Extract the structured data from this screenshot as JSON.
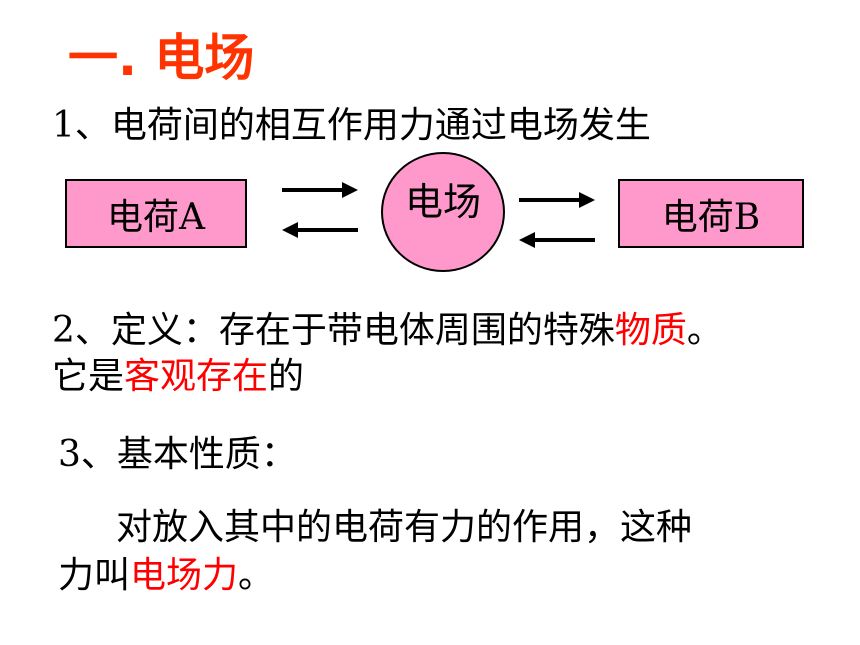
{
  "colors": {
    "title": "#ff3300",
    "highlight": "#ff0000",
    "node_fill": "#ff99cc",
    "border": "#000000"
  },
  "title": "一. 电场",
  "point1": "1、电荷间的相互作用力通过电场发生",
  "diagram": {
    "charge_a": "电荷A",
    "field": "电场",
    "charge_b": "电荷B"
  },
  "point2": {
    "prefix": "2、定义：存在于带电体周围的特殊",
    "highlight1": "物质",
    "suffix1": "。",
    "line2_prefix": "它是",
    "highlight2": "客观存在",
    "line2_suffix": "的"
  },
  "point3": {
    "heading": "3、基本性质：",
    "body_line1": "对放入其中的电荷有力的作用，这种",
    "body_line2_prefix": "力叫",
    "highlight": "电场力",
    "body_line2_suffix": "。"
  }
}
